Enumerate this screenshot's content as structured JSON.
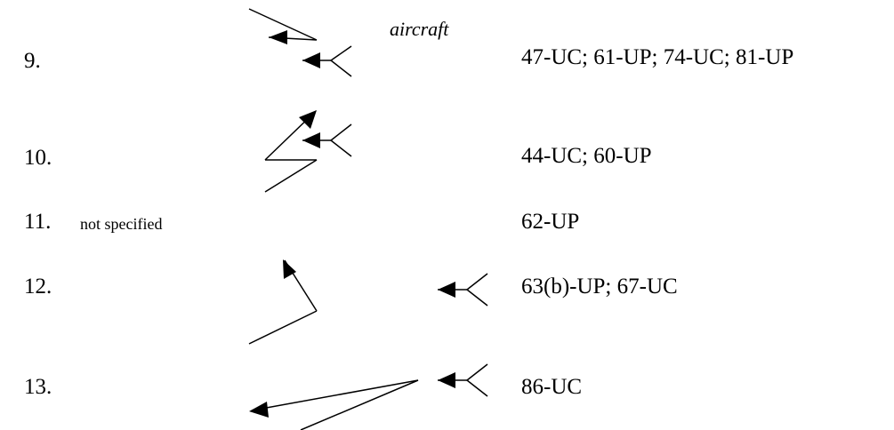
{
  "header": {
    "aircraft_label": "aircraft"
  },
  "rows": [
    {
      "number": "9.",
      "references": "47-UC;  61-UP;  74-UC;  81-UP",
      "diagram_icon": "two-arrows-diagram-9-icon"
    },
    {
      "number": "10.",
      "references": "44-UC;  60-UP",
      "diagram_icon": "two-arrows-diagram-10-icon"
    },
    {
      "number": "11.",
      "note": "not specified",
      "references": "62-UP"
    },
    {
      "number": "12.",
      "references": "63(b)-UP;  67-UC",
      "diagram_icon": "two-arrows-diagram-12-icon"
    },
    {
      "number": "13.",
      "references": "86-UC",
      "diagram_icon": "two-arrows-diagram-13-icon"
    }
  ],
  "colors": {
    "ink": "#000000",
    "paper": "#ffffff"
  }
}
